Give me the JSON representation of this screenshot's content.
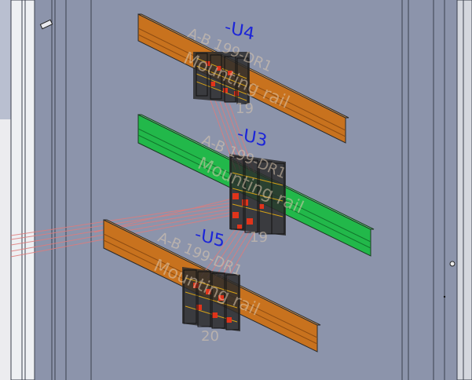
{
  "viewport": {
    "background_color": "#8c94ab",
    "rail_colors": {
      "orange": "#c8721e",
      "green": "#22b84a"
    },
    "label_color": "#1c25d8"
  },
  "units": [
    {
      "id": "u4",
      "label": "-U4",
      "rail": "orange",
      "ghost_code": "A-B 199-DR1",
      "ghost_rail": "Mounting rail",
      "ghost_number": "19"
    },
    {
      "id": "u3",
      "label": "-U3",
      "rail": "green",
      "ghost_code": "A-B 199-DR1",
      "ghost_rail": "Mounting rail",
      "ghost_number": "19"
    },
    {
      "id": "u5",
      "label": "-U5",
      "rail": "orange",
      "ghost_code": "A-B 199-DR1",
      "ghost_rail": "Mounting rail",
      "ghost_number": "20"
    }
  ]
}
